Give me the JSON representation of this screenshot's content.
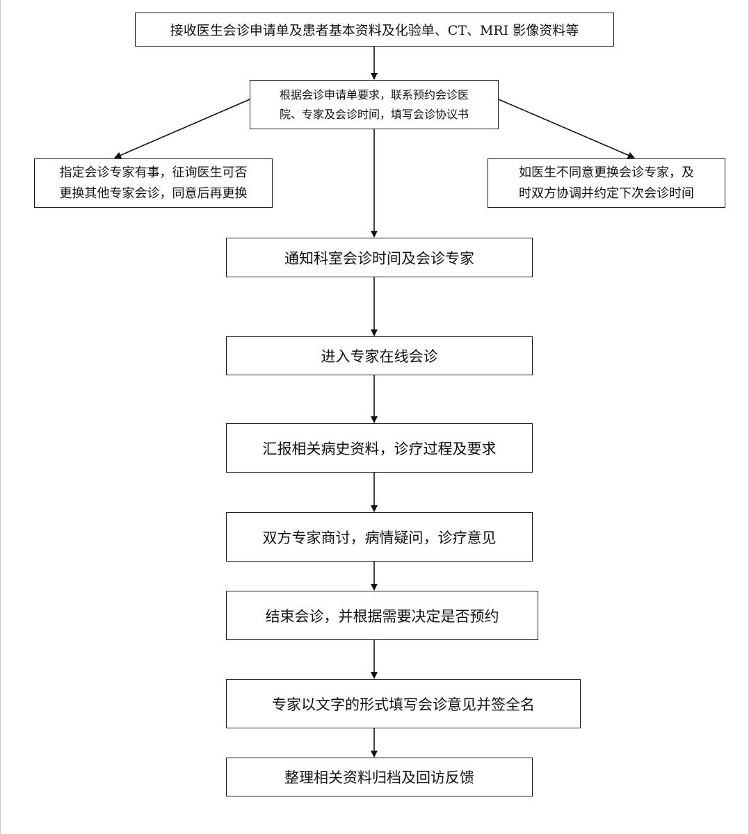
{
  "flow": {
    "step_receive": "接收医生会诊申请单及患者基本资料及化验单、CT、MRI 影像资料等",
    "step_contact_line1": "根据会诊申请单要求，联系预约会诊医",
    "step_contact_line2": "院、专家及会诊时间，填写会诊协议书",
    "branch_left_line1": "指定会诊专家有事，征询医生可否",
    "branch_left_line2": "更换其他专家会诊，同意后再更换",
    "branch_right_line1": "如医生不同意更换会诊专家，及",
    "branch_right_line2": "时双方协调并约定下次会诊时间",
    "step_notify": "通知科室会诊时间及会诊专家",
    "step_enter": "进入专家在线会诊",
    "step_report": "汇报相关病史资料，诊疗过程及要求",
    "step_discuss": "双方专家商讨，病情疑问，诊疗意见",
    "step_end": "结束会诊，并根据需要决定是否预约",
    "step_write": "专家以文字的形式填写会诊意见并签全名",
    "step_archive": "整理相关资料归档及回访反馈"
  }
}
